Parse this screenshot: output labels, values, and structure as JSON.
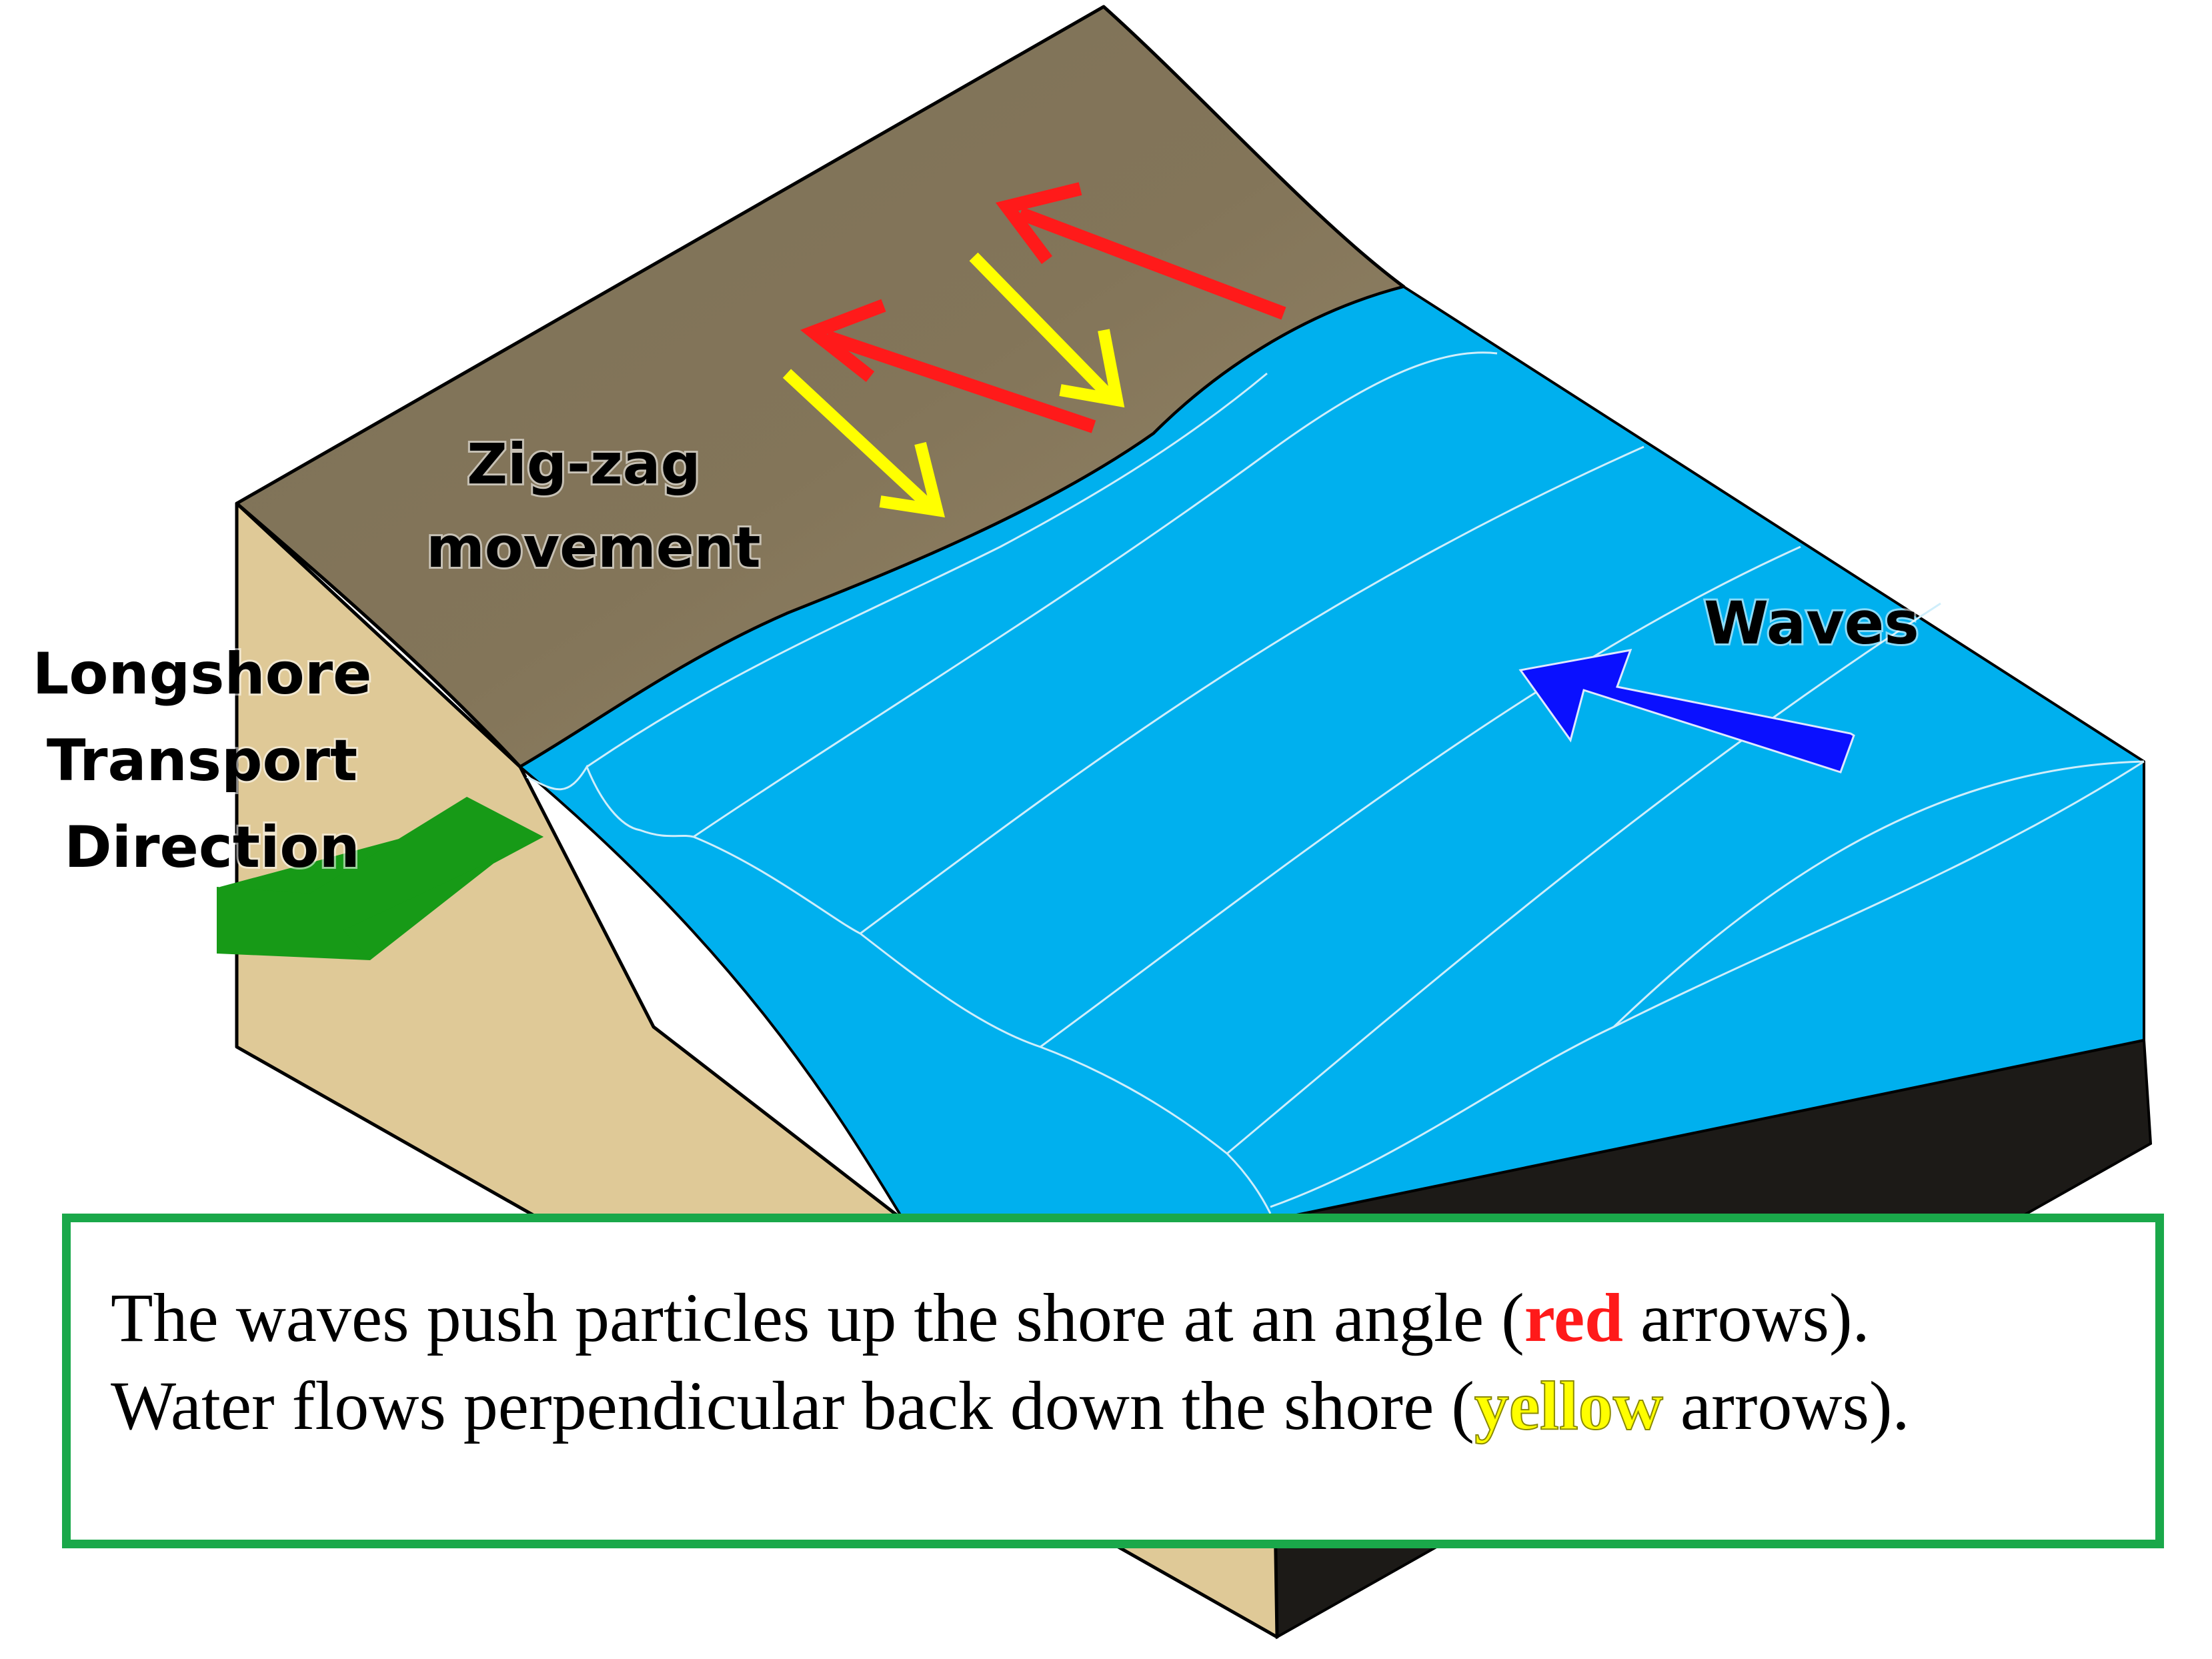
{
  "labels": {
    "zigzag": [
      "Zig-zag",
      "movement"
    ],
    "longshore": [
      "Longshore",
      "Transport",
      "Direction"
    ],
    "waves": "Waves"
  },
  "caption": {
    "line1_pre": "The waves push particles up the shore at an angle (",
    "line1_hl": "red",
    "line1_post": " arrows).",
    "line2_pre": "Water flows perpendicular back down the shore (",
    "line2_hl": "yellow",
    "line2_post": " arrows)."
  },
  "colors": {
    "land_top": "#837559",
    "land_side": "#dfc997",
    "water": "#00b0ee",
    "base": "#1c1a17",
    "red_arrow": "#ff1a1a",
    "yellow_arrow": "#ffff00",
    "blue_arrow": "#0a10ff",
    "green_arrow": "#179a17",
    "caption_border": "#1aa84a"
  },
  "icons": {
    "red": "arrow-up-shore-icon",
    "yellow": "arrow-down-shore-icon",
    "blue": "wave-direction-arrow-icon",
    "green": "longshore-direction-arrow-icon"
  }
}
